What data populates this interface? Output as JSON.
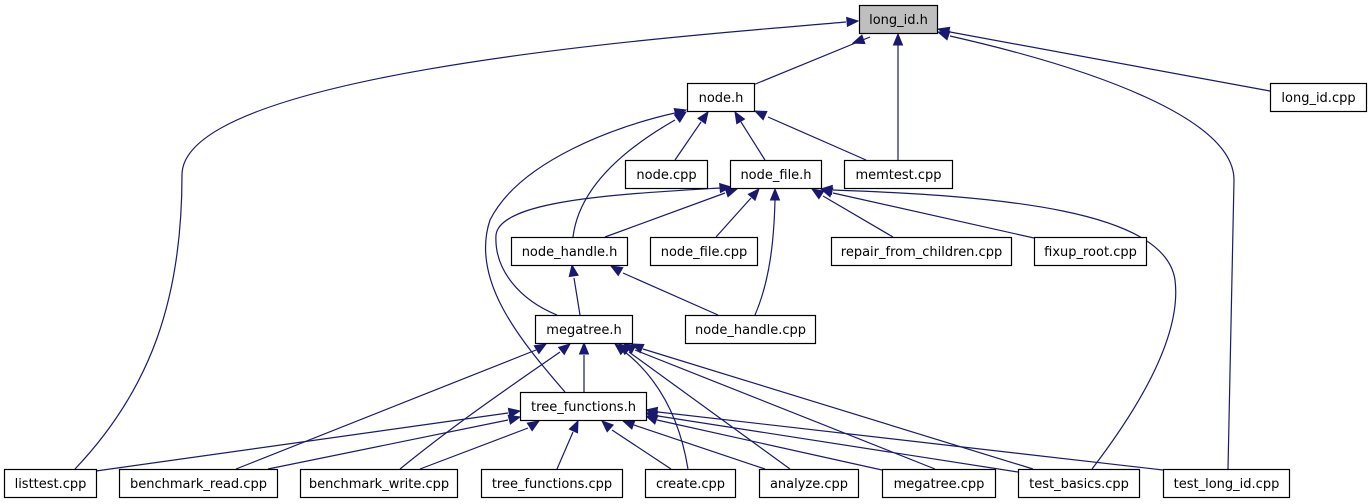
{
  "diagram": {
    "type": "include-dependency-graph",
    "root": "long_id.h",
    "colors": {
      "root_fill": "#bfbfbf",
      "node_fill": "#ffffff",
      "border": "#000000",
      "edge": "#191970"
    },
    "nodes": [
      {
        "id": "long_id_h",
        "label": "long_id.h",
        "root": true
      },
      {
        "id": "node_h",
        "label": "node.h"
      },
      {
        "id": "long_id_cpp",
        "label": "long_id.cpp"
      },
      {
        "id": "node_cpp",
        "label": "node.cpp"
      },
      {
        "id": "node_file_h",
        "label": "node_file.h"
      },
      {
        "id": "memtest_cpp",
        "label": "memtest.cpp"
      },
      {
        "id": "node_handle_h",
        "label": "node_handle.h"
      },
      {
        "id": "node_file_cpp",
        "label": "node_file.cpp"
      },
      {
        "id": "repair_from_children_cpp",
        "label": "repair_from_children.cpp"
      },
      {
        "id": "fixup_root_cpp",
        "label": "fixup_root.cpp"
      },
      {
        "id": "megatree_h",
        "label": "megatree.h"
      },
      {
        "id": "node_handle_cpp",
        "label": "node_handle.cpp"
      },
      {
        "id": "tree_functions_h",
        "label": "tree_functions.h"
      },
      {
        "id": "listtest_cpp",
        "label": "listtest.cpp"
      },
      {
        "id": "benchmark_read_cpp",
        "label": "benchmark_read.cpp"
      },
      {
        "id": "benchmark_write_cpp",
        "label": "benchmark_write.cpp"
      },
      {
        "id": "tree_functions_cpp",
        "label": "tree_functions.cpp"
      },
      {
        "id": "create_cpp",
        "label": "create.cpp"
      },
      {
        "id": "analyze_cpp",
        "label": "analyze.cpp"
      },
      {
        "id": "megatree_cpp",
        "label": "megatree.cpp"
      },
      {
        "id": "test_basics_cpp",
        "label": "test_basics.cpp"
      },
      {
        "id": "test_long_id_cpp",
        "label": "test_long_id.cpp"
      }
    ],
    "edges": [
      {
        "from": "node_h",
        "to": "long_id_h"
      },
      {
        "from": "memtest_cpp",
        "to": "long_id_h"
      },
      {
        "from": "long_id_cpp",
        "to": "long_id_h"
      },
      {
        "from": "listtest_cpp",
        "to": "long_id_h"
      },
      {
        "from": "test_long_id_cpp",
        "to": "long_id_h"
      },
      {
        "from": "node_cpp",
        "to": "node_h"
      },
      {
        "from": "node_file_h",
        "to": "node_h"
      },
      {
        "from": "memtest_cpp",
        "to": "node_h"
      },
      {
        "from": "node_handle_h",
        "to": "node_h"
      },
      {
        "from": "tree_functions_h",
        "to": "node_h"
      },
      {
        "from": "node_handle_h",
        "to": "node_file_h"
      },
      {
        "from": "node_file_cpp",
        "to": "node_file_h"
      },
      {
        "from": "node_handle_cpp",
        "to": "node_file_h"
      },
      {
        "from": "repair_from_children_cpp",
        "to": "node_file_h"
      },
      {
        "from": "fixup_root_cpp",
        "to": "node_file_h"
      },
      {
        "from": "megatree_h",
        "to": "node_file_h"
      },
      {
        "from": "test_basics_cpp",
        "to": "node_file_h"
      },
      {
        "from": "megatree_h",
        "to": "node_handle_h"
      },
      {
        "from": "node_handle_cpp",
        "to": "node_handle_h"
      },
      {
        "from": "tree_functions_h",
        "to": "megatree_h"
      },
      {
        "from": "benchmark_read_cpp",
        "to": "megatree_h"
      },
      {
        "from": "benchmark_write_cpp",
        "to": "megatree_h"
      },
      {
        "from": "create_cpp",
        "to": "megatree_h"
      },
      {
        "from": "analyze_cpp",
        "to": "megatree_h"
      },
      {
        "from": "megatree_cpp",
        "to": "megatree_h"
      },
      {
        "from": "test_basics_cpp",
        "to": "megatree_h"
      },
      {
        "from": "listtest_cpp",
        "to": "tree_functions_h"
      },
      {
        "from": "benchmark_read_cpp",
        "to": "tree_functions_h"
      },
      {
        "from": "benchmark_write_cpp",
        "to": "tree_functions_h"
      },
      {
        "from": "tree_functions_cpp",
        "to": "tree_functions_h"
      },
      {
        "from": "create_cpp",
        "to": "tree_functions_h"
      },
      {
        "from": "analyze_cpp",
        "to": "tree_functions_h"
      },
      {
        "from": "megatree_cpp",
        "to": "tree_functions_h"
      },
      {
        "from": "test_basics_cpp",
        "to": "tree_functions_h"
      },
      {
        "from": "test_long_id_cpp",
        "to": "tree_functions_h"
      }
    ]
  }
}
